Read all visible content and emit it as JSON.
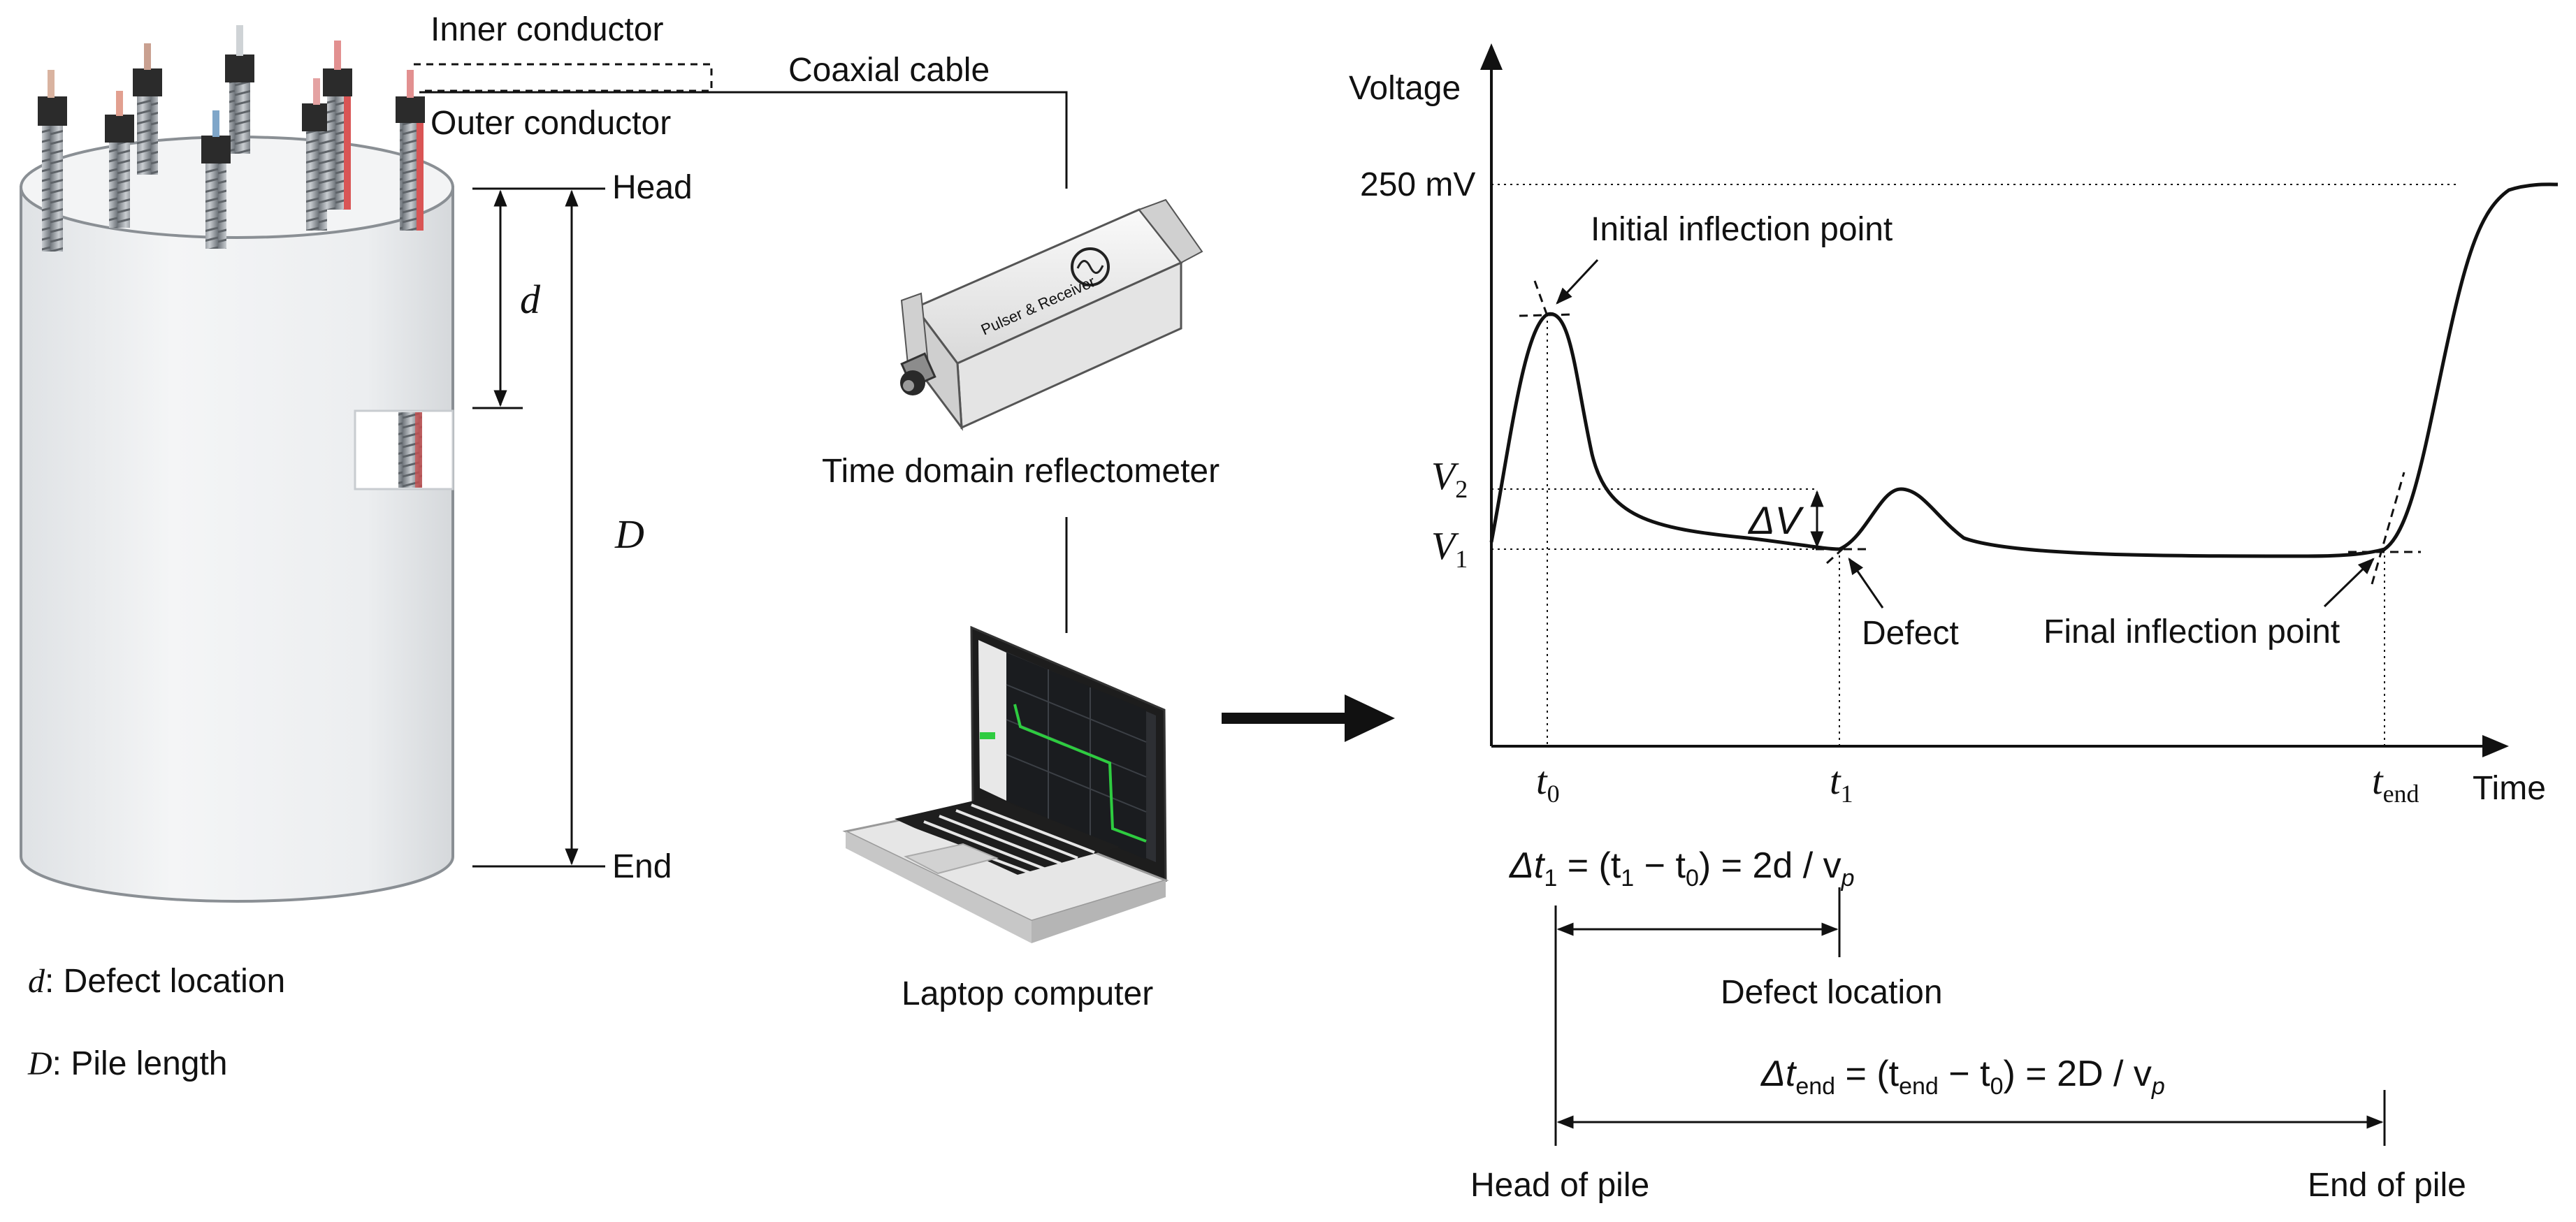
{
  "pile": {
    "inner_conductor": "Inner conductor",
    "outer_conductor": "Outer conductor",
    "coaxial_cable": "Coaxial cable",
    "head": "Head",
    "end": "End",
    "d_symbol": "d",
    "D_symbol": "D",
    "legend_d_symbol": "d",
    "legend_d_text": ": Defect location",
    "legend_D_symbol": "D",
    "legend_D_text": ": Pile length"
  },
  "devices": {
    "tdr_label": "Time domain reflectometer",
    "tdr_device_text": "Pulser & Receiver",
    "laptop_label": "Laptop computer"
  },
  "graph": {
    "y_axis_label": "Voltage",
    "x_axis_label": "Time",
    "voltage_250": "250 mV",
    "v2": "V",
    "v2_sub": "2",
    "v1": "V",
    "v1_sub": "1",
    "delta_v": "ΔV",
    "initial_inflection": "Initial inflection point",
    "defect": "Defect",
    "final_inflection": "Final inflection point",
    "t0": "t",
    "t0_sub": "0",
    "t1": "t",
    "t1_sub": "1",
    "tend": "t",
    "tend_sub": "end"
  },
  "equations": {
    "eq1_lhs": "Δt",
    "eq1_lhs_sub": "1",
    "eq1_rhs_a": " = (t",
    "eq1_rhs_a_sub": "1",
    "eq1_rhs_b": " − t",
    "eq1_rhs_b_sub": "0",
    "eq1_rhs_c": ") = 2d / v",
    "eq1_rhs_c_sub": "p",
    "defect_location": "Defect location",
    "eq2_lhs": "Δt",
    "eq2_lhs_sub": "end",
    "eq2_rhs_a": " = (t",
    "eq2_rhs_a_sub": "end",
    "eq2_rhs_b": " − t",
    "eq2_rhs_b_sub": "0",
    "eq2_rhs_c": ") = 2D / v",
    "eq2_rhs_c_sub": "p",
    "head_of_pile": "Head of pile",
    "end_of_pile": "End of pile"
  },
  "colors": {
    "ink": "#111111",
    "concrete": "#eef0f1",
    "concrete_edge": "#8a8f94",
    "rebar": "#9aa0a6",
    "device": "#f2f2f2",
    "screen_green": "#2ecc40"
  }
}
